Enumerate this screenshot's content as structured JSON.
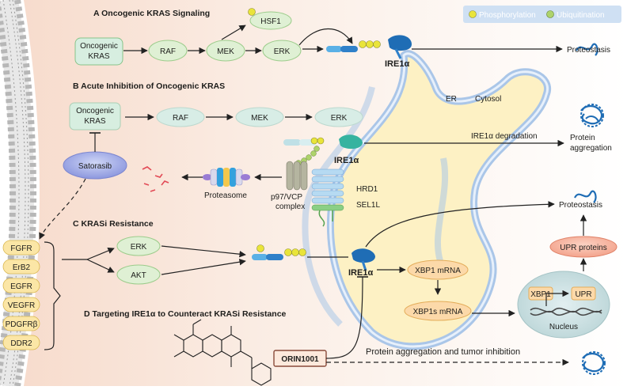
{
  "legend": {
    "phosphorylation": "Phosphorylation",
    "ubiquitination": "Ubiquitination"
  },
  "sections": {
    "a": "A  Oncogenic KRAS Signaling",
    "b": "B  Acute Inhibition of Oncogenic KRAS",
    "c": "C  KRASi Resistance",
    "d": "D  Targeting IRE1α to Counteract KRASi Resistance"
  },
  "nodes": {
    "kras_a_line1": "Oncogenic",
    "kras_a_line2": "KRAS",
    "raf_a": "RAF",
    "mek_a": "MEK",
    "erk_a": "ERK",
    "hsf1": "HSF1",
    "kras_b_line1": "Oncogenic",
    "kras_b_line2": "KRAS",
    "raf_b": "RAF",
    "mek_b": "MEK",
    "erk_b": "ERK",
    "satorasib": "Satorasib",
    "erk_c": "ERK",
    "akt_c": "AKT",
    "xbp1_mrna": "XBP1 mRNA",
    "xbp1s_mrna": "XBP1s mRNA",
    "upr_proteins": "UPR proteins",
    "xbp1_gene": "XBP1",
    "upr_gene": "UPR",
    "orin1001": "ORIN1001"
  },
  "receptors": [
    "FGFR",
    "ErB2",
    "EGFR",
    "VEGFR",
    "PDGFRβ",
    "DDR2"
  ],
  "labels": {
    "ire1a_a": "IRE1α",
    "proteostasis_a": "Proteostasis",
    "er": "ER",
    "cytosol": "Cytosol",
    "ire1a_degradation": "IRE1α degradation",
    "protein_aggregation_line1": "Protein",
    "protein_aggregation_line2": "aggregation",
    "ire1a_b": "IRE1α",
    "p97_line1": "p97/VCP",
    "p97_line2": "complex",
    "hrd1": "HRD1",
    "sel1l": "SEL1L",
    "proteasome": "Proteasome",
    "proteostasis_c": "Proteostasis",
    "ire1a_c": "IRE1α",
    "nucleus": "Nucleus",
    "tumor_inhibition": "Protein aggregation and tumor inhibition"
  },
  "colors": {
    "pathway_green": "#dff0d4",
    "kras_box": "#d7eee0",
    "er_fill": "#fdf3cf",
    "er_border": "#a9c4e6",
    "phospho": "#e9e43a",
    "ubiquitin": "#aed36b",
    "receptor": "#fbe6a6",
    "protein_blue": "#2f80c9"
  }
}
